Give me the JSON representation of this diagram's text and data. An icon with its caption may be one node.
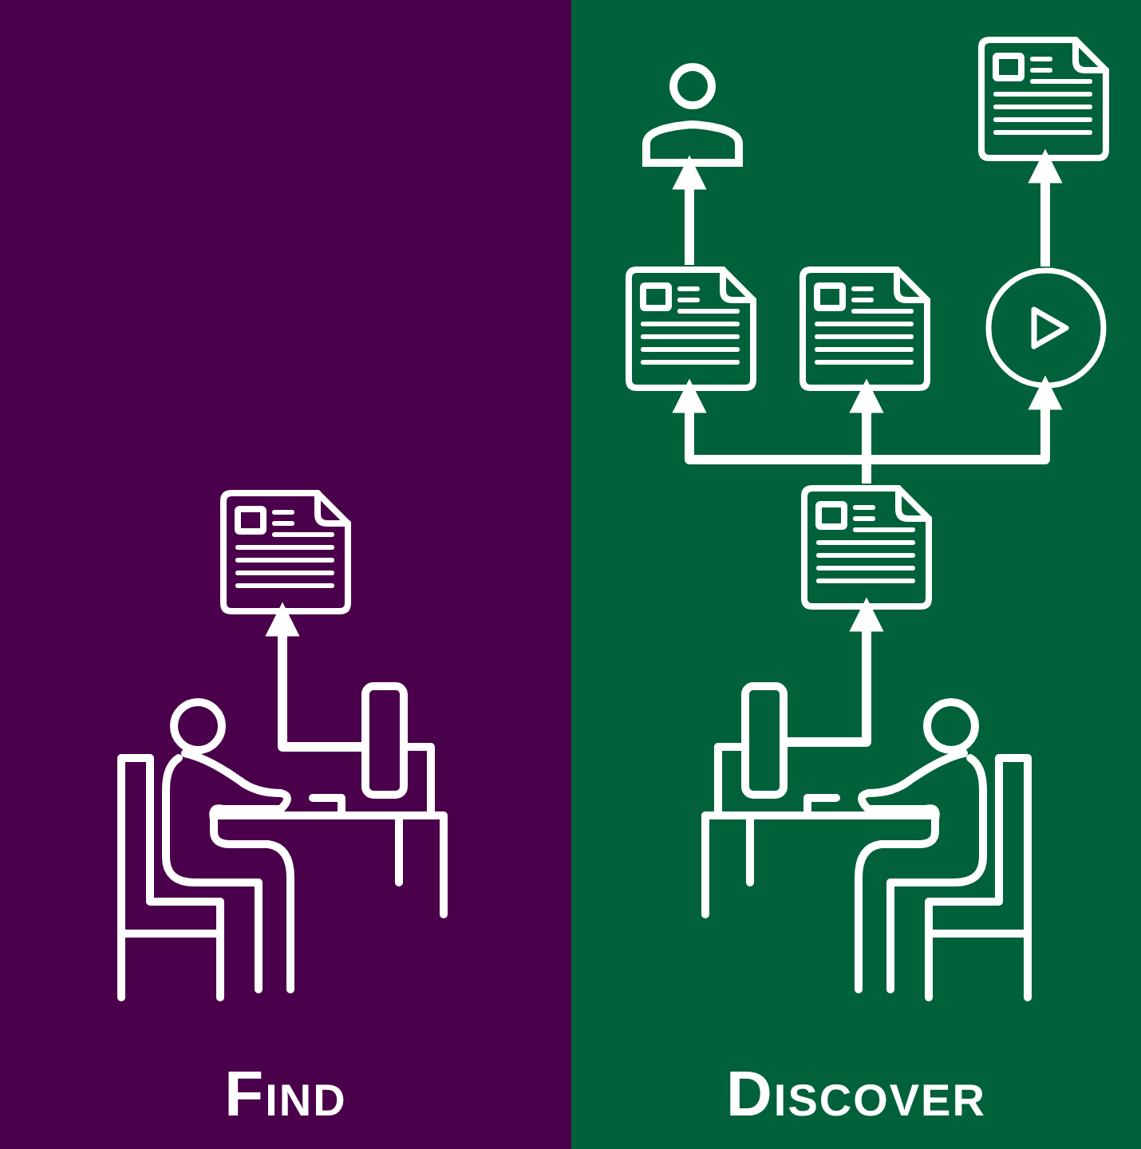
{
  "diagram": {
    "nodes": [
      {
        "text": [
          "Find"
        ]
      },
      {
        "text": [],
        "shape": "picture",
        "in": 0
      },
      {
        "text": [],
        "shape": "picture",
        "in": 0
      },
      {
        "text": [
          "Discover"
        ]
      },
      {
        "text": [],
        "shape": "picture",
        "in": 3
      },
      {
        "text": [],
        "shape": "picture",
        "in": 3
      },
      {
        "text": [],
        "shape": "picture",
        "in": 3
      },
      {
        "text": [],
        "shape": "picture",
        "in": 3
      },
      {
        "text": [],
        "shape": "circle",
        "in": 3
      },
      {
        "text": [],
        "shape": "person",
        "in": 3
      },
      {
        "text": [],
        "shape": "picture",
        "in": 3
      }
    ],
    "edges": [
      {
        "from": 1,
        "to": 2,
        "arrow": "to"
      },
      {
        "from": 4,
        "to": 5,
        "arrow": "to"
      },
      {
        "from": 5,
        "to": 6,
        "arrow": "to"
      },
      {
        "from": 5,
        "to": 7,
        "arrow": "to"
      },
      {
        "from": 5,
        "to": 8,
        "arrow": "to"
      },
      {
        "from": 6,
        "to": 9,
        "arrow": "to"
      },
      {
        "from": 8,
        "to": 10,
        "arrow": "to"
      }
    ]
  }
}
